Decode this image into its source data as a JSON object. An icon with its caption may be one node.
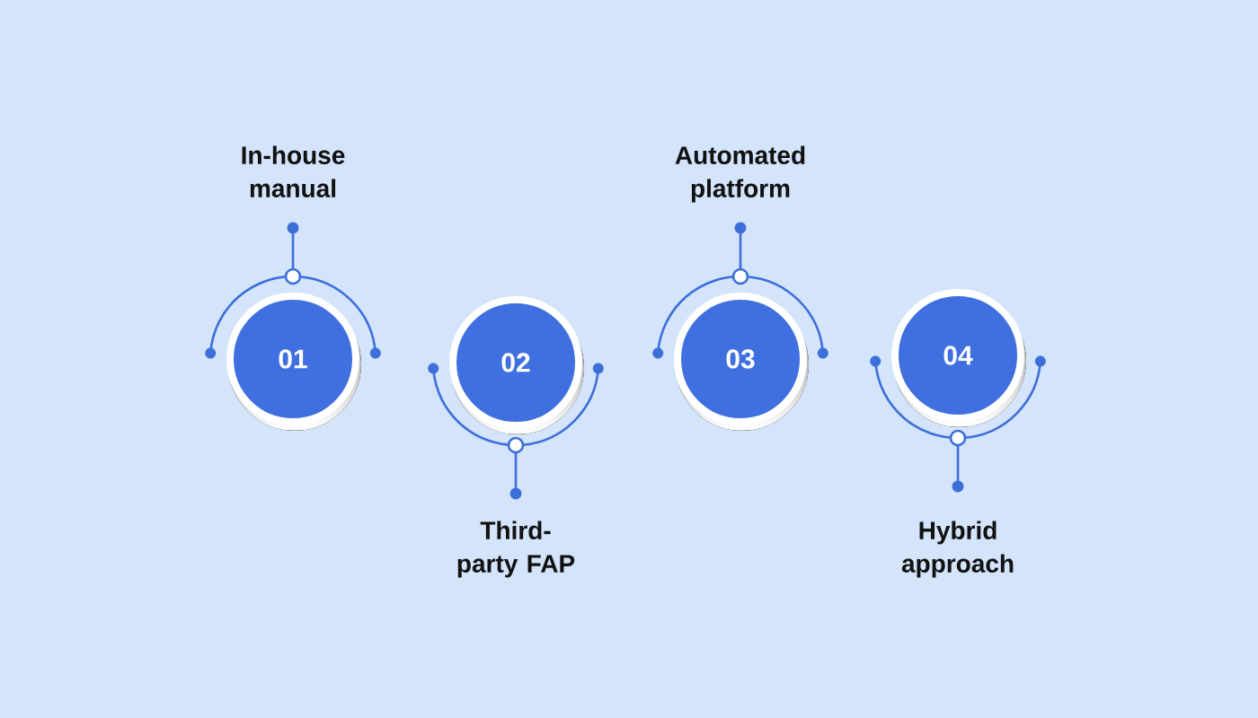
{
  "diagram": {
    "nodes": [
      {
        "text": [
          "01"
        ],
        "beside": [
          "In-house manual"
        ]
      },
      {
        "text": [
          "02"
        ],
        "beside": [
          "Third- party FAP"
        ]
      },
      {
        "text": [
          "03"
        ],
        "beside": [
          "Automated platform"
        ]
      },
      {
        "text": [
          "04"
        ],
        "beside": [
          "Hybrid approach"
        ]
      }
    ]
  }
}
